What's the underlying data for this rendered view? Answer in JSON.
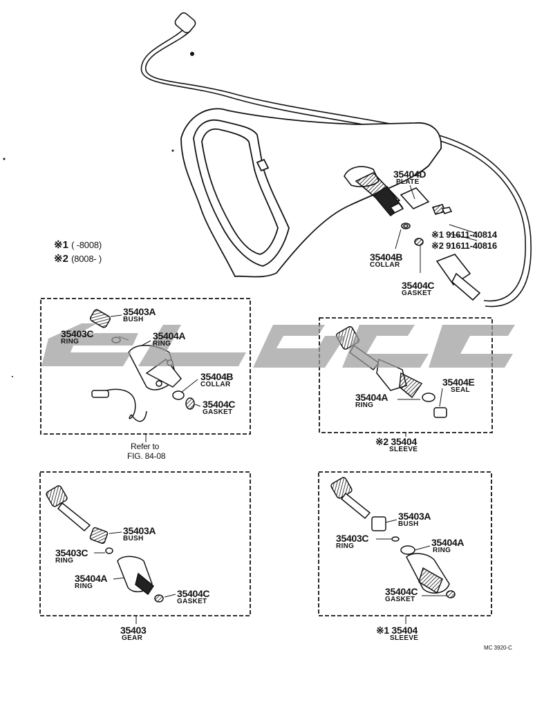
{
  "legend": {
    "line1_mark": "※1",
    "line1_range": "(      -8008)",
    "line2_mark": "※2",
    "line2_range": "(8008-        )"
  },
  "top_parts": {
    "plate_num": "35404D",
    "plate_name": "PLATE",
    "collar_num": "35404B",
    "collar_name": "COLLAR",
    "gasket_num": "35404C",
    "gasket_name": "GASKET",
    "bolt1": "※1 91611-40814",
    "bolt2": "※2 91611-40816"
  },
  "box1": {
    "bush_num": "35403A",
    "bush_name": "BUSH",
    "ringc_num": "35403C",
    "ringc_name": "RING",
    "ringa_num": "35404A",
    "ringa_name": "RING",
    "collar_num": "35404B",
    "collar_name": "COLLAR",
    "gasket_num": "35404C",
    "gasket_name": "GASKET",
    "refer1": "Refer to",
    "refer2": "FIG. 84-08"
  },
  "box2": {
    "ringa_num": "35404A",
    "ringa_name": "RING",
    "seal_num": "35404E",
    "seal_name": "SEAL",
    "caption_num": "※2 35404",
    "caption_name": "SLEEVE"
  },
  "box3": {
    "bush_num": "35403A",
    "bush_name": "BUSH",
    "ringc_num": "35403C",
    "ringc_name": "RING",
    "ringa_num": "35404A",
    "ringa_name": "RING",
    "gasket_num": "35404C",
    "gasket_name": "GASKET",
    "caption_num": "35403",
    "caption_name": "GEAR"
  },
  "box4": {
    "bush_num": "35403A",
    "bush_name": "BUSH",
    "ringc_num": "35403C",
    "ringc_name": "RING",
    "ringa_num": "35404A",
    "ringa_name": "RING",
    "gasket_num": "35404C",
    "gasket_name": "GASKET",
    "caption_num": "※1 35404",
    "caption_name": "SLEEVE"
  },
  "footer_code": "MC 3920-C",
  "colors": {
    "ink": "#111111",
    "watermark": "#9a9a9a"
  }
}
